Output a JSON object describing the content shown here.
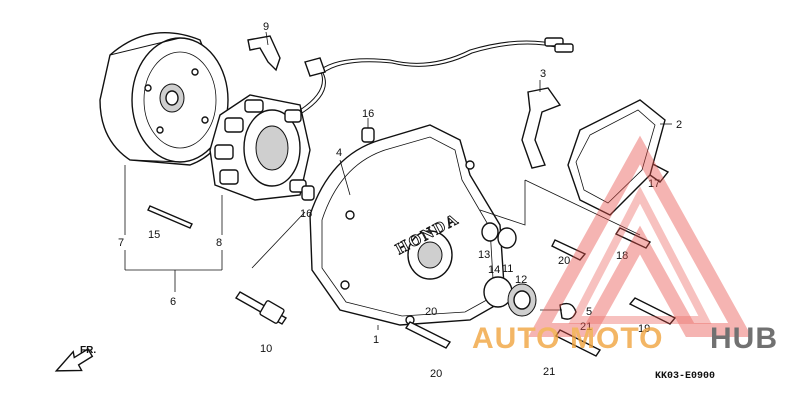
{
  "diagram": {
    "code": "KK03-E0900",
    "direction_label": "FR.",
    "cover_brand": "HONDA",
    "watermark": {
      "part1": "AUTO",
      "part2": "MOTO",
      "part3": "HUB",
      "color_red": "#e8504a",
      "color_orange": "#f0a23a",
      "color_dark": "#4a4a4a"
    }
  },
  "callouts": [
    {
      "id": "c9",
      "label": "9"
    },
    {
      "id": "c7",
      "label": "7"
    },
    {
      "id": "c15",
      "label": "15"
    },
    {
      "id": "c8",
      "label": "8"
    },
    {
      "id": "c6",
      "label": "6"
    },
    {
      "id": "c16a",
      "label": "16"
    },
    {
      "id": "c16b",
      "label": "16"
    },
    {
      "id": "c4",
      "label": "4"
    },
    {
      "id": "c10",
      "label": "10"
    },
    {
      "id": "c1",
      "label": "1"
    },
    {
      "id": "c20a",
      "label": "20"
    },
    {
      "id": "c20b",
      "label": "20"
    },
    {
      "id": "c13",
      "label": "13"
    },
    {
      "id": "c11",
      "label": "11"
    },
    {
      "id": "c14",
      "label": "14"
    },
    {
      "id": "c12",
      "label": "12"
    },
    {
      "id": "c3",
      "label": "3"
    },
    {
      "id": "c2",
      "label": "2"
    },
    {
      "id": "c17",
      "label": "17"
    },
    {
      "id": "c18",
      "label": "18"
    },
    {
      "id": "c20c",
      "label": "20"
    },
    {
      "id": "c5",
      "label": "5"
    },
    {
      "id": "c21a",
      "label": "21"
    },
    {
      "id": "c21b",
      "label": "21"
    },
    {
      "id": "c19",
      "label": "19"
    }
  ]
}
